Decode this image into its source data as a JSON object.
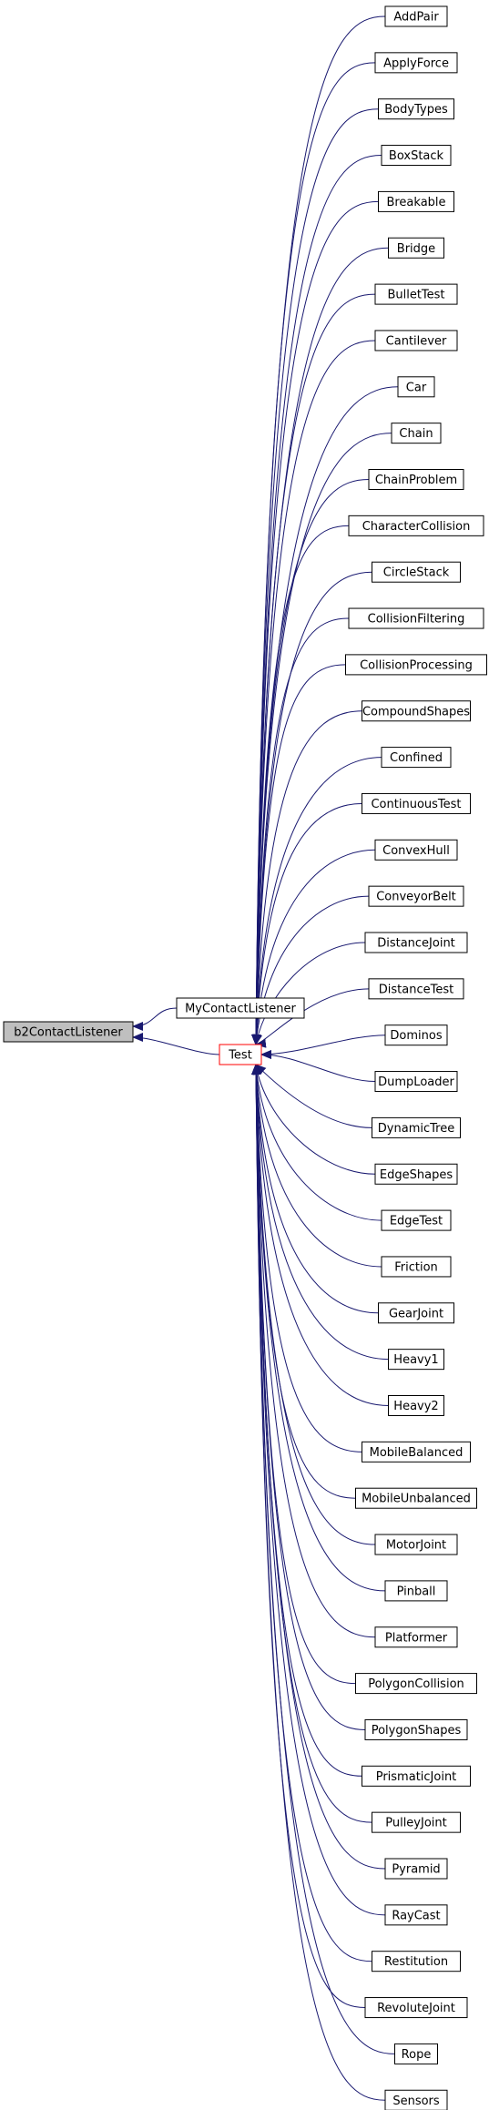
{
  "colors": {
    "edge": "#191970",
    "node_border": "#000000",
    "test_border": "#ff0000",
    "root_fill": "#bfbfbf",
    "node_fill": "#ffffff"
  },
  "diagram": {
    "root": "b2ContactListener",
    "direct_children": [
      "MyContactListener",
      "Test"
    ],
    "test_children": [
      "AddPair",
      "ApplyForce",
      "BodyTypes",
      "BoxStack",
      "Breakable",
      "Bridge",
      "BulletTest",
      "Cantilever",
      "Car",
      "Chain",
      "ChainProblem",
      "CharacterCollision",
      "CircleStack",
      "CollisionFiltering",
      "CollisionProcessing",
      "CompoundShapes",
      "Confined",
      "ContinuousTest",
      "ConvexHull",
      "ConveyorBelt",
      "DistanceJoint",
      "DistanceTest",
      "Dominos",
      "DumpLoader",
      "DynamicTree",
      "EdgeShapes",
      "EdgeTest",
      "Friction",
      "GearJoint",
      "Heavy1",
      "Heavy2",
      "MobileBalanced",
      "MobileUnbalanced",
      "MotorJoint",
      "Pinball",
      "Platformer",
      "PolygonCollision",
      "PolygonShapes",
      "PrismaticJoint",
      "PulleyJoint",
      "Pyramid",
      "RayCast",
      "Restitution",
      "RevoluteJoint",
      "Rope",
      "Sensors"
    ]
  }
}
